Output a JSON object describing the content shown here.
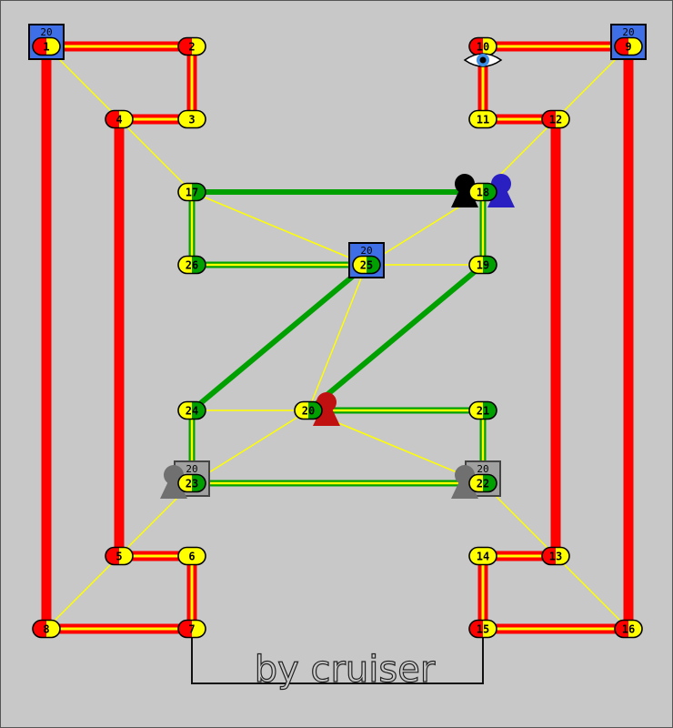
{
  "credit": "by cruiser",
  "colors": {
    "red": "#ff0000",
    "yellow": "#ffff00",
    "green": "#00a000",
    "base_blue": "#3f6fe6",
    "base_gray": "#a0a0a0",
    "pawn_black": "#000000",
    "pawn_blue": "#2a1fc0",
    "pawn_red": "#c01010",
    "pawn_gray": "#707070"
  },
  "nodes": [
    {
      "id": "1",
      "left": "red",
      "right": "yellow"
    },
    {
      "id": "2",
      "left": "red",
      "right": "yellow"
    },
    {
      "id": "3",
      "left": "yellow",
      "right": "yellow"
    },
    {
      "id": "4",
      "left": "red",
      "right": "yellow"
    },
    {
      "id": "5",
      "left": "red",
      "right": "yellow"
    },
    {
      "id": "6",
      "left": "yellow",
      "right": "yellow"
    },
    {
      "id": "7",
      "left": "red",
      "right": "yellow"
    },
    {
      "id": "8",
      "left": "red",
      "right": "yellow"
    },
    {
      "id": "9",
      "left": "red",
      "right": "yellow"
    },
    {
      "id": "10",
      "left": "red",
      "right": "yellow"
    },
    {
      "id": "11",
      "left": "yellow",
      "right": "yellow"
    },
    {
      "id": "12",
      "left": "red",
      "right": "yellow"
    },
    {
      "id": "13",
      "left": "red",
      "right": "yellow"
    },
    {
      "id": "14",
      "left": "yellow",
      "right": "yellow"
    },
    {
      "id": "15",
      "left": "red",
      "right": "yellow"
    },
    {
      "id": "16",
      "left": "red",
      "right": "yellow"
    },
    {
      "id": "17",
      "left": "yellow",
      "right": "green"
    },
    {
      "id": "18",
      "left": "yellow",
      "right": "green"
    },
    {
      "id": "19",
      "left": "yellow",
      "right": "green"
    },
    {
      "id": "20",
      "left": "yellow",
      "right": "green"
    },
    {
      "id": "21",
      "left": "yellow",
      "right": "green"
    },
    {
      "id": "22",
      "left": "yellow",
      "right": "green"
    },
    {
      "id": "23",
      "left": "yellow",
      "right": "green"
    },
    {
      "id": "24",
      "left": "yellow",
      "right": "green"
    },
    {
      "id": "25",
      "left": "yellow",
      "right": "green"
    },
    {
      "id": "26",
      "left": "yellow",
      "right": "green"
    }
  ],
  "bases": [
    {
      "node": "1",
      "value": "20",
      "color": "base_blue"
    },
    {
      "node": "9",
      "value": "20",
      "color": "base_blue"
    },
    {
      "node": "25",
      "value": "20",
      "color": "base_blue"
    },
    {
      "node": "23",
      "value": "20",
      "color": "base_gray"
    },
    {
      "node": "22",
      "value": "20",
      "color": "base_gray"
    }
  ],
  "edges": [
    {
      "a": "1",
      "b": "8",
      "type": "red"
    },
    {
      "a": "4",
      "b": "5",
      "type": "red"
    },
    {
      "a": "12",
      "b": "13",
      "type": "red"
    },
    {
      "a": "9",
      "b": "16",
      "type": "red"
    },
    {
      "a": "1",
      "b": "2",
      "type": "red-striped"
    },
    {
      "a": "2",
      "b": "3",
      "type": "red-striped"
    },
    {
      "a": "3",
      "b": "4",
      "type": "red-striped"
    },
    {
      "a": "5",
      "b": "6",
      "type": "red-striped"
    },
    {
      "a": "6",
      "b": "7",
      "type": "red-striped"
    },
    {
      "a": "7",
      "b": "8",
      "type": "red-striped"
    },
    {
      "a": "9",
      "b": "10",
      "type": "red-striped"
    },
    {
      "a": "10",
      "b": "11",
      "type": "red-striped"
    },
    {
      "a": "11",
      "b": "12",
      "type": "red-striped"
    },
    {
      "a": "13",
      "b": "14",
      "type": "red-striped"
    },
    {
      "a": "14",
      "b": "15",
      "type": "red-striped"
    },
    {
      "a": "15",
      "b": "16",
      "type": "red-striped"
    },
    {
      "a": "17",
      "b": "18",
      "type": "green"
    },
    {
      "a": "25",
      "b": "24",
      "type": "green"
    },
    {
      "a": "19",
      "b": "20",
      "type": "green"
    },
    {
      "a": "17",
      "b": "26",
      "type": "green-striped"
    },
    {
      "a": "26",
      "b": "25",
      "type": "green-striped"
    },
    {
      "a": "18",
      "b": "19",
      "type": "green-striped"
    },
    {
      "a": "24",
      "b": "23",
      "type": "green-striped"
    },
    {
      "a": "20",
      "b": "21",
      "type": "green-striped"
    },
    {
      "a": "21",
      "b": "22",
      "type": "green-striped"
    },
    {
      "a": "23",
      "b": "22",
      "type": "green-striped"
    },
    {
      "a": "1",
      "b": "4",
      "type": "yellow"
    },
    {
      "a": "4",
      "b": "17",
      "type": "yellow"
    },
    {
      "a": "17",
      "b": "25",
      "type": "yellow"
    },
    {
      "a": "25",
      "b": "18",
      "type": "yellow"
    },
    {
      "a": "18",
      "b": "12",
      "type": "yellow"
    },
    {
      "a": "12",
      "b": "9",
      "type": "yellow"
    },
    {
      "a": "25",
      "b": "19",
      "type": "yellow"
    },
    {
      "a": "25",
      "b": "20",
      "type": "yellow"
    },
    {
      "a": "24",
      "b": "20",
      "type": "yellow"
    },
    {
      "a": "20",
      "b": "23",
      "type": "yellow"
    },
    {
      "a": "20",
      "b": "22",
      "type": "yellow"
    },
    {
      "a": "23",
      "b": "5",
      "type": "yellow"
    },
    {
      "a": "5",
      "b": "8",
      "type": "yellow"
    },
    {
      "a": "22",
      "b": "13",
      "type": "yellow"
    },
    {
      "a": "13",
      "b": "16",
      "type": "yellow"
    }
  ],
  "pawns": [
    {
      "node": "18",
      "side": "left",
      "color": "pawn_black"
    },
    {
      "node": "18",
      "side": "right",
      "color": "pawn_blue"
    },
    {
      "node": "20",
      "side": "right",
      "color": "pawn_red"
    },
    {
      "node": "23",
      "side": "left",
      "color": "pawn_gray"
    },
    {
      "node": "22",
      "side": "left",
      "color": "pawn_gray"
    }
  ],
  "eye_marker": {
    "node": "10"
  }
}
